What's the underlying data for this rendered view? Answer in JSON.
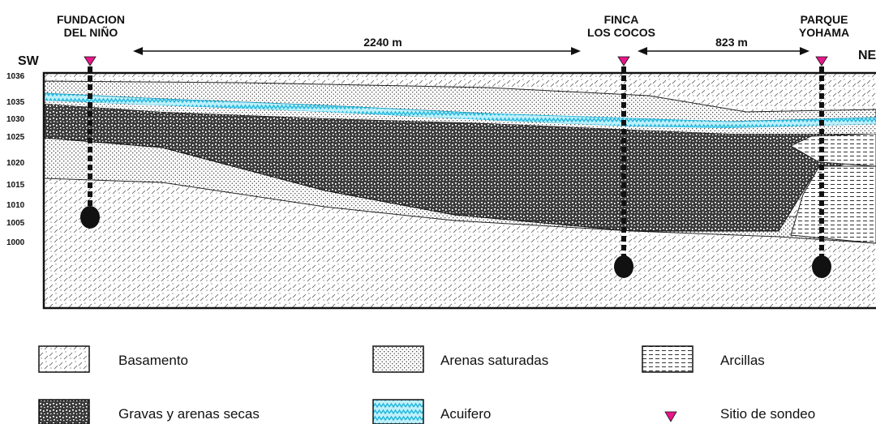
{
  "directions": {
    "left": "SW",
    "right": "NE"
  },
  "sites": [
    {
      "name_line1": "FUNDACION",
      "name_line2": "DEL NIÑO"
    },
    {
      "name_line1": "FINCA",
      "name_line2": "LOS COCOS"
    },
    {
      "name_line1": "PARQUE",
      "name_line2": "YOHAMA"
    }
  ],
  "distances": [
    {
      "label": "2240 m"
    },
    {
      "label": "823 m"
    }
  ],
  "elevation_ticks": [
    "1036",
    "1035",
    "1030",
    "1025",
    "1020",
    "1015",
    "1010",
    "1005",
    "1000"
  ],
  "legend": {
    "basamento": "Basamento",
    "arenas_saturadas": "Arenas saturadas",
    "arcillas": "Arcillas",
    "gravas": "Gravas y arenas secas",
    "acuifero": "Acuifero",
    "sitio": "Sitio de sondeo"
  },
  "colors": {
    "aquifer": "#34c8e8",
    "marker": "#e8168a",
    "outline": "#111111"
  }
}
